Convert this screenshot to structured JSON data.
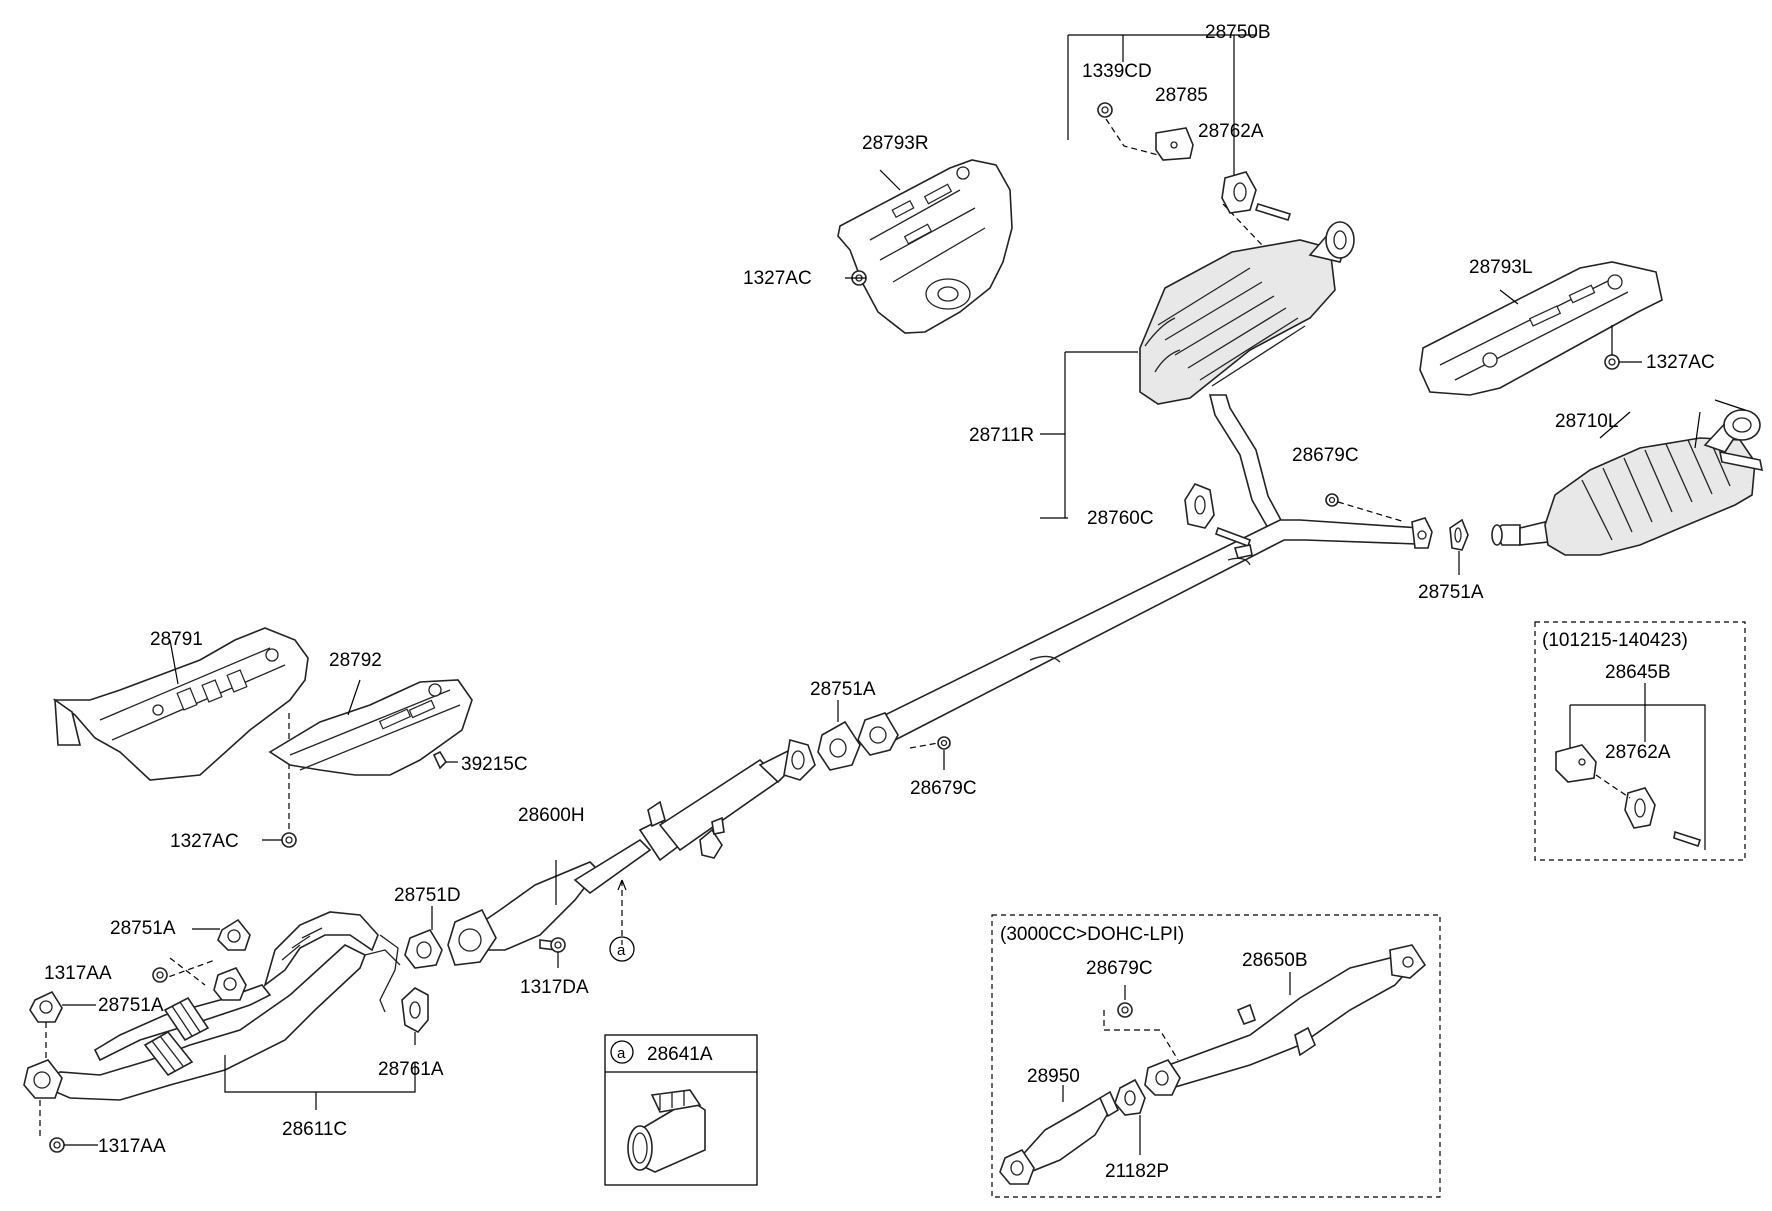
{
  "parts": {
    "p28750B": "28750B",
    "p1339CD": "1339CD",
    "p28785": "28785",
    "p28762A_top": "28762A",
    "p28793R": "28793R",
    "p1327AC_r": "1327AC",
    "p28793L": "28793L",
    "p1327AC_l": "1327AC",
    "p28711R": "28711R",
    "p28710L": "28710L",
    "p28679C_y": "28679C",
    "p28760C": "28760C",
    "p28751A_right": "28751A",
    "p28791": "28791",
    "p28792": "28792",
    "p39215C": "39215C",
    "p1327AC_b": "1327AC",
    "p28751A_mid": "28751A",
    "p28679C_mid": "28679C",
    "p28600H": "28600H",
    "p28751D": "28751D",
    "p1317DA": "1317DA",
    "p28751A_l1": "28751A",
    "p1317AA_1": "1317AA",
    "p28751A_l2": "28751A",
    "p28761A": "28761A",
    "p28611C": "28611C",
    "p1317AA_2": "1317AA",
    "p28641A": "28641A",
    "callout_a": "a"
  },
  "inset_right": {
    "range": "(101215-140423)",
    "p28645B": "28645B",
    "p28762A": "28762A"
  },
  "inset_bottom": {
    "condition": "(3000CC>DOHC-LPI)",
    "p28679C": "28679C",
    "p28650B": "28650B",
    "p28950": "28950",
    "p21182P": "21182P"
  }
}
